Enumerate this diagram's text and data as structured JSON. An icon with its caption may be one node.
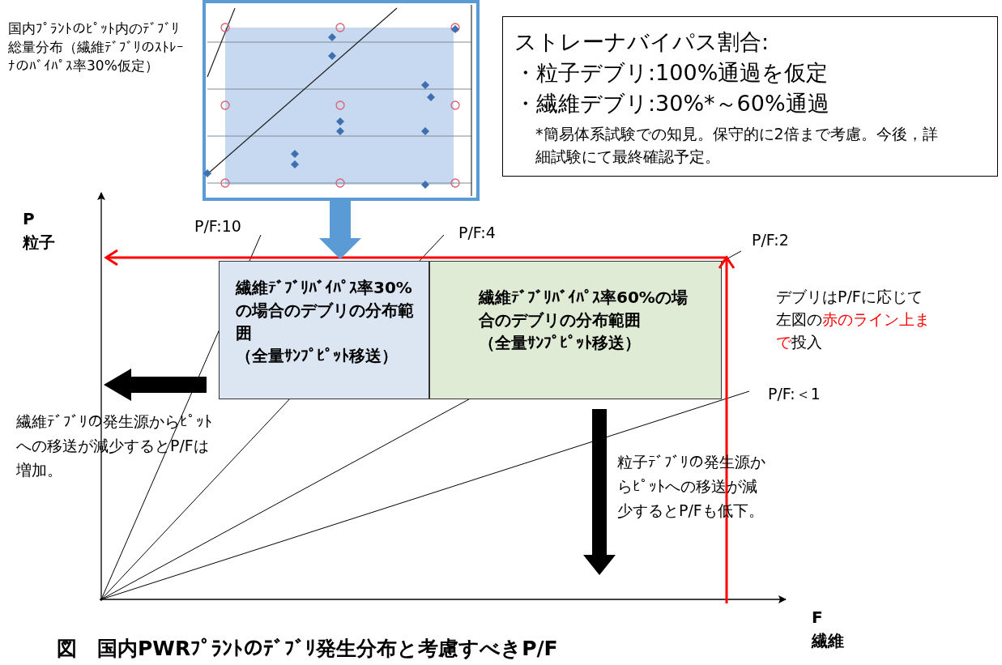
{
  "diagram": {
    "caption": "図　国内PWRﾌﾟﾗﾝﾄのﾃﾞﾌﾞﾘ発生分布と考慮すべきP/F",
    "nodes": [
      {
        "text": [],
        "shape": "picture",
        "beside": [
          "国内ﾌﾟﾗﾝﾄのﾋﾟｯﾄ内のﾃﾞﾌﾞﾘ総量分布（繊維ﾃﾞﾌﾞﾘのｽﾄﾚｰﾅのﾊﾞｲﾊﾟｽ率30%仮定）"
        ]
      },
      {
        "text": [
          "ストレーナバイパス割合:",
          "・粒子デブリ:100%通過を仮定",
          "・繊維デブリ:30%*～60%通過",
          "*簡易体系試験での知見。保守的に2倍まで考慮。今後，詳細試験にて最終確認予定。"
        ]
      },
      {
        "text": [
          "繊維ﾃﾞﾌﾞﾘﾊﾞｲﾊﾟｽ率30%の場合のデブリの分布範囲",
          "（全量ｻﾝﾌﾟﾋﾟｯﾄ移送）"
        ]
      },
      {
        "text": [
          "繊維ﾃﾞﾌﾞﾘﾊﾞｲﾊﾟｽ率60%の場合のデブリの分布範囲",
          "（全量ｻﾝﾌﾟﾋﾟｯﾄ移送）"
        ]
      }
    ],
    "edges": [
      {
        "from": 0,
        "to": 2,
        "arrow": "to",
        "style": "thick",
        "color": "#5b9bd5"
      }
    ],
    "labels": [
      "P",
      "粒子",
      "P/F:10",
      "P/F:4",
      "P/F:2",
      "P/F:＜1",
      "デブリはP/Fに応じて左図の",
      "赤のライン上まで",
      "投入",
      "繊維ﾃﾞﾌﾞﾘの発生源からﾋﾟｯﾄへの移送が減少するとP/Fは増加。",
      "粒子ﾃﾞﾌﾞﾘの発生源からﾋﾟｯﾄへの移送が減少するとP/Fも低下。",
      "F",
      "繊維"
    ]
  }
}
